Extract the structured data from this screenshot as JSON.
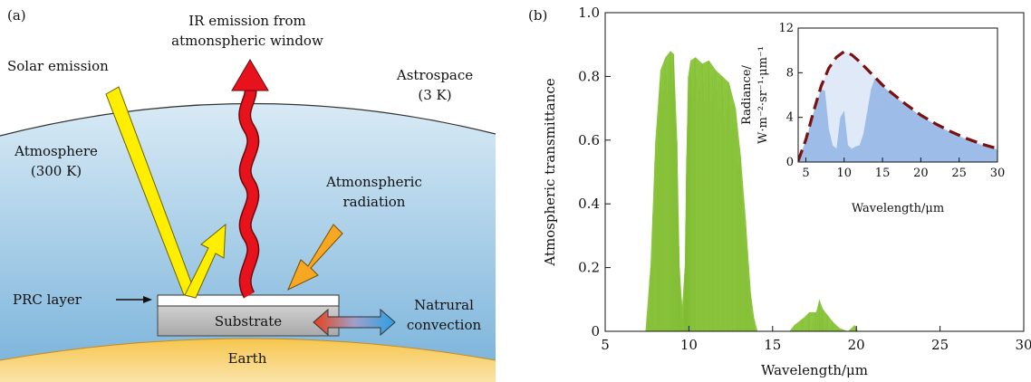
{
  "panel_a": {
    "panel_label": "(a)",
    "ir_emission": [
      "IR emission from",
      "atmonspheric window"
    ],
    "solar_emission": "Solar emission",
    "astrospace": [
      "Astrospace",
      "(3 K)"
    ],
    "atmosphere": [
      "Atmosphere",
      "(300 K)"
    ],
    "atm_radiation": [
      "Atmonspheric",
      "radiation"
    ],
    "prc_layer": "PRC layer",
    "substrate": "Substrate",
    "convection": [
      "Natrural",
      "convection"
    ],
    "earth": "Earth",
    "colors": {
      "sky_top": "#cde3f1",
      "sky_bottom": "#7fb6dc",
      "earth": "#f3b23a",
      "solar_arrow": "#ffee00",
      "ir_arrow": "#e8121c",
      "atm_arrow": "#f7a823",
      "substrate": "#bdbdbd"
    }
  },
  "panel_b": {
    "panel_label": "(b)",
    "chart_data": [
      {
        "type": "area",
        "title": "",
        "xlabel": "Wavelength/μm",
        "ylabel": "Atmospheric transmittance",
        "xlim": [
          5,
          30
        ],
        "ylim": [
          0,
          1.0
        ],
        "x_ticks": [
          "5",
          "10",
          "15",
          "20",
          "25",
          "30"
        ],
        "y_ticks": [
          "0",
          "0.2",
          "0.4",
          "0.6",
          "0.8",
          "1.0"
        ],
        "grid": false,
        "color": "#8dc63f",
        "series": [
          {
            "x": [
              5.0,
              7.4,
              7.7,
              8.0,
              8.3,
              8.6,
              8.9,
              9.1,
              9.3,
              9.45,
              9.6,
              9.75,
              9.85,
              9.95,
              10.1,
              10.4,
              10.8,
              11.2,
              11.6,
              12.0,
              12.4,
              12.8,
              13.1,
              13.4,
              13.7,
              13.9,
              14.1,
              16.0,
              16.3,
              16.8,
              17.2,
              17.6,
              17.8,
              18.0,
              18.3,
              18.6,
              19.0,
              19.5,
              19.9,
              20.1,
              21.0,
              30.0
            ],
            "values": [
              0.0,
              0.0,
              0.2,
              0.6,
              0.82,
              0.86,
              0.88,
              0.87,
              0.6,
              0.2,
              0.08,
              0.2,
              0.55,
              0.8,
              0.85,
              0.86,
              0.84,
              0.85,
              0.82,
              0.8,
              0.78,
              0.7,
              0.55,
              0.35,
              0.12,
              0.04,
              0.0,
              0.0,
              0.02,
              0.04,
              0.06,
              0.06,
              0.1,
              0.07,
              0.05,
              0.03,
              0.01,
              0.0,
              0.02,
              0.0,
              0.0,
              0.0
            ]
          }
        ],
        "annotations": [
          "(b)"
        ]
      },
      {
        "type": "area",
        "title": "",
        "xlabel": "Wavelength/μm",
        "ylabel": [
          "Radiance/",
          "W·m⁻²·sr⁻¹·μm⁻¹"
        ],
        "xlim": [
          4,
          30
        ],
        "ylim": [
          0,
          12
        ],
        "x_ticks": [
          "5",
          "10",
          "15",
          "20",
          "25",
          "30"
        ],
        "y_ticks": [
          "0",
          "4",
          "8",
          "12"
        ],
        "grid": false,
        "colors": {
          "fill": "#9dbde8",
          "window": "#ffffff",
          "curve": "#7a1010"
        },
        "series": [
          {
            "name": "",
            "x": [
              4,
              5,
              6,
              7,
              8,
              9,
              10,
              11,
              12,
              13,
              14,
              15,
              16,
              18,
              20,
              22,
              24,
              26,
              28,
              30
            ],
            "values": [
              0.1,
              2.0,
              4.5,
              6.8,
              8.4,
              9.4,
              9.9,
              9.6,
              9.0,
              8.3,
              7.6,
              6.9,
              6.3,
              5.2,
              4.2,
              3.4,
              2.7,
              2.1,
              1.6,
              1.2
            ]
          },
          {
            "name": "",
            "x": [
              4,
              5,
              6,
              7,
              7.5,
              8,
              8.5,
              9,
              9.5,
              10,
              10.5,
              11,
              11.5,
              12,
              12.5,
              13,
              13.5,
              14,
              15,
              16,
              18,
              20,
              22,
              24,
              26,
              28,
              30
            ],
            "values": [
              0.1,
              1.9,
              4.4,
              6.5,
              6.4,
              3.0,
              1.5,
              1.2,
              4.0,
              4.6,
              1.5,
              1.2,
              1.4,
              1.5,
              2.5,
              4.5,
              6.5,
              7.5,
              6.8,
              6.2,
              5.1,
              4.1,
              3.3,
              2.6,
              2.0,
              1.5,
              1.1
            ]
          }
        ]
      }
    ]
  }
}
